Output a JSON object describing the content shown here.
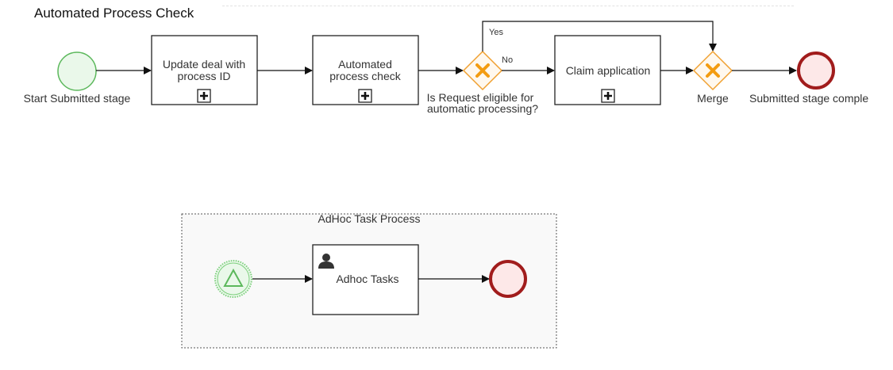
{
  "page_title": "Automated Process Check",
  "colors": {
    "start_stroke": "#5cb85c",
    "start_fill": "#eaf8ea",
    "end_stroke": "#a11c1c",
    "end_fill": "#fde8e8",
    "gateway_stroke": "#f0a030",
    "gateway_fill": "#fff8ee",
    "gateway_marker": "#f39c12",
    "task_stroke": "#222222",
    "flow": "#111111"
  },
  "main_process": {
    "start_event": {
      "label": "Start Submitted stage"
    },
    "task_update": {
      "line1": "Update deal with",
      "line2": "process ID"
    },
    "task_auto": {
      "line1": "Automated",
      "line2": "process check"
    },
    "gateway_eligible": {
      "line1": "Is Request eligible for",
      "line2": "automatic processing?"
    },
    "flow_yes": "Yes",
    "flow_no": "No",
    "task_claim": {
      "label": "Claim application"
    },
    "gateway_merge": {
      "label": "Merge"
    },
    "end_event": {
      "label": "Submitted stage comple"
    }
  },
  "adhoc_process": {
    "title": "AdHoc Task Process",
    "task": {
      "label": "Adhoc Tasks"
    }
  }
}
